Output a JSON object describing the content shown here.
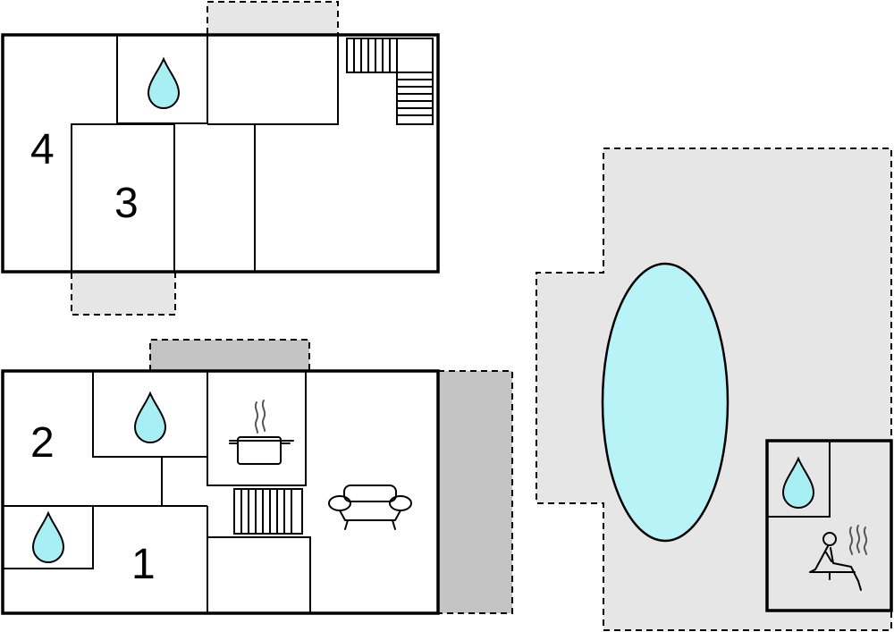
{
  "floorplan": {
    "upper": {
      "room_labels": {
        "room_4": "4",
        "room_3": "3"
      }
    },
    "lower": {
      "room_labels": {
        "room_2": "2",
        "room_1": "1"
      }
    },
    "icons": {
      "bathroom": "water-drop-icon",
      "kitchen": "cooking-pot-icon",
      "living": "sofa-icon",
      "stairs": "staircase-icon",
      "sauna": "sauna-icon",
      "pool": "swimming-pool"
    },
    "colors": {
      "water": "#a8eff4",
      "pool": "#b8f3f8",
      "terrace_light": "#e6e6e6",
      "terrace_dark": "#c4c4c4",
      "walls": "#000000"
    }
  }
}
